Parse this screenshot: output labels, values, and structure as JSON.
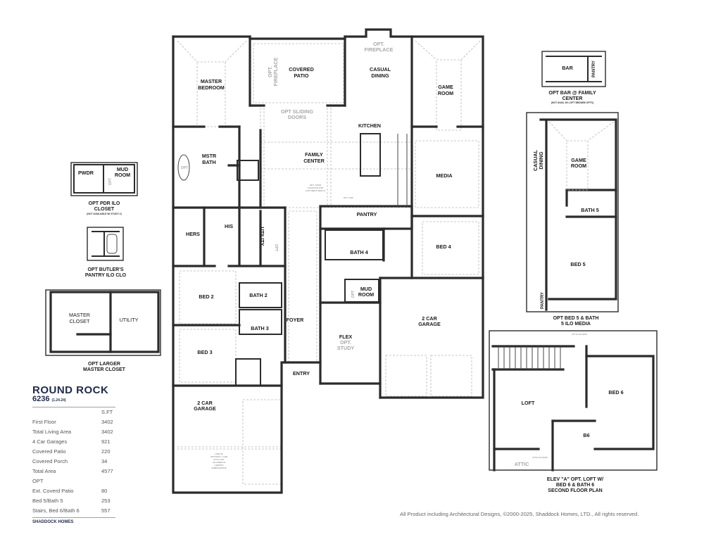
{
  "plan": {
    "name": "ROUND ROCK",
    "number": "6236",
    "revision": "(1.24.24)",
    "sqft_header": "S.FT",
    "areas": [
      {
        "label": "First Floor",
        "value": "3402"
      },
      {
        "label": "Total Living Area",
        "value": "3402"
      },
      {
        "label": "4 Car Garages",
        "value": "921"
      },
      {
        "label": "Covered Patio",
        "value": "220"
      },
      {
        "label": "Covered Porch",
        "value": "34"
      },
      {
        "label": "Total Area",
        "value": "4577"
      },
      {
        "label": "OPT",
        "value": ""
      },
      {
        "label": "Ext. Coverd Patio",
        "value": "80"
      },
      {
        "label": "Bed 5/Bath 5",
        "value": "253"
      },
      {
        "label": "Stairs, Bed 6/Bath 6",
        "value": "557"
      }
    ],
    "builder": "SHADDOCK HOMES"
  },
  "rooms": {
    "master_bedroom": [
      "MASTER",
      "BEDROOM"
    ],
    "covered_patio": [
      "COVERED",
      "PATIO"
    ],
    "opt_fireplace_patio": [
      "OPT.",
      "FIREPLACE"
    ],
    "opt_fireplace": [
      "OPT.",
      "FIREPLACE"
    ],
    "casual_dining": [
      "CASUAL",
      "DINING"
    ],
    "game_room": [
      "GAME",
      "ROOM"
    ],
    "opt_sliding_doors": [
      "OPT SLIDING",
      "DOORS"
    ],
    "kitchen": "KITCHEN",
    "mstr_bath": [
      "MSTR",
      "BATH"
    ],
    "opt_tub": "OPT",
    "family_center": [
      "FAMILY",
      "CENTER"
    ],
    "media": "MEDIA",
    "opt_stair_note": [
      "OPT. STAIR",
      "LOCATION FOR",
      "LOFT BED 6 BATH 6"
    ],
    "opt_cab": "OPT. CAB.",
    "pantry": "PANTRY",
    "hers": "HERS",
    "his": "HIS",
    "utility": "UTILITY",
    "opt_utility": "OPT",
    "bath_4": "BATH 4",
    "bed_4": "BED 4",
    "bed_2": "BED 2",
    "bath_2": "BATH 2",
    "bath_3": "BATH 3",
    "foyer": "FOYER",
    "mud_room": [
      "MUD",
      "ROOM"
    ],
    "opt_mud": "OPT",
    "flex": "FLEX",
    "opt_study": [
      "OPT.",
      "STUDY"
    ],
    "garage_right": [
      "2 CAR",
      "GARAGE"
    ],
    "bed_3": "BED 3",
    "entry": "ENTRY",
    "garage_left": [
      "2 CAR",
      "GARAGE"
    ],
    "garage_note": [
      "LINE OF",
      "OPTIONAL 1 CAR",
      "ATTIC NOT",
      "ALLOWED IN",
      "CERTAIN",
      "SUBDIVISIONS"
    ]
  },
  "insets": {
    "pdr": {
      "rooms": [
        "PWDR",
        "MUD",
        "ROOM",
        "OPT"
      ],
      "caption": [
        "OPT PDR ILO",
        "CLOSET"
      ],
      "note": "(NOT AVAILABLE W/ STUDY 2)"
    },
    "butler": {
      "caption": [
        "OPT BUTLER'S",
        "PANTRY ILO CLO"
      ]
    },
    "closet": {
      "rooms": [
        "MASTER",
        "CLOSET",
        "UTILITY"
      ],
      "caption": [
        "OPT LARGER",
        "MASTER CLOSET"
      ]
    },
    "bar": {
      "rooms": [
        "BAR",
        "PANTRY"
      ],
      "caption": [
        "OPT BAR @ FAMILY",
        "CENTER"
      ],
      "note": "(NOT AVAIL W/ LOFT BED6/B6 OPTS)"
    },
    "bed5": {
      "rooms": [
        "CASUAL",
        "DINING",
        "GAME",
        "ROOM",
        "BATH 5",
        "BED 5",
        "PANTRY"
      ],
      "caption": [
        "OPT BED 5 & BATH",
        "5 ILO MEDIA"
      ]
    },
    "second_floor": {
      "rooms": [
        "LOFT",
        "BED 6",
        "B6",
        "ATTIC",
        "ATTIC ACCESS",
        "ATTIC ACCESS"
      ],
      "caption": [
        "ELEV \"A\" OPT. LOFT W/",
        "BED 6 & BATH 6",
        "SECOND FLOOR PLAN"
      ]
    }
  },
  "copyright": "All Product including Architectural Designs, ©2000-2025, Shaddock Homes, LTD., All rights reserved.",
  "colors": {
    "title": "#1f2a4a",
    "wall": "#2b2b2b",
    "optional_label": "#a8a8a8"
  }
}
